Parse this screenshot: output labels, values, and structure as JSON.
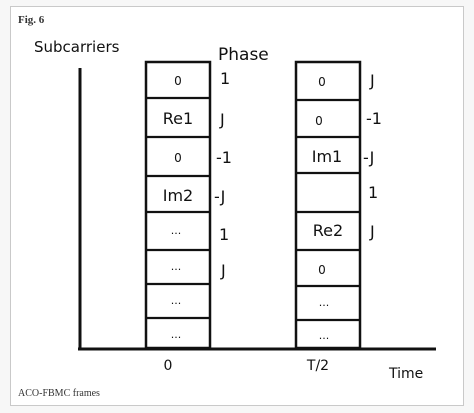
{
  "figure": {
    "label": "Fig. 6",
    "caption": "ACO-FBMC frames"
  },
  "diagram": {
    "y_axis_label": "Subcarriers",
    "x_axis_label": "Time",
    "phase_label": "Phase",
    "columns": [
      {
        "time_label": "0",
        "cells": [
          "0",
          "Re1",
          "0",
          "Im2",
          "...",
          "...",
          "...",
          "..."
        ],
        "phases": [
          "1",
          "J",
          "-1",
          "-J",
          "1",
          "J"
        ]
      },
      {
        "time_label": "T/2",
        "cells": [
          "0",
          "0",
          "Im1",
          "",
          "Re2",
          "0",
          "...",
          "..."
        ],
        "phases": [
          "J",
          "-1",
          "-J",
          "1",
          "J"
        ]
      }
    ]
  }
}
